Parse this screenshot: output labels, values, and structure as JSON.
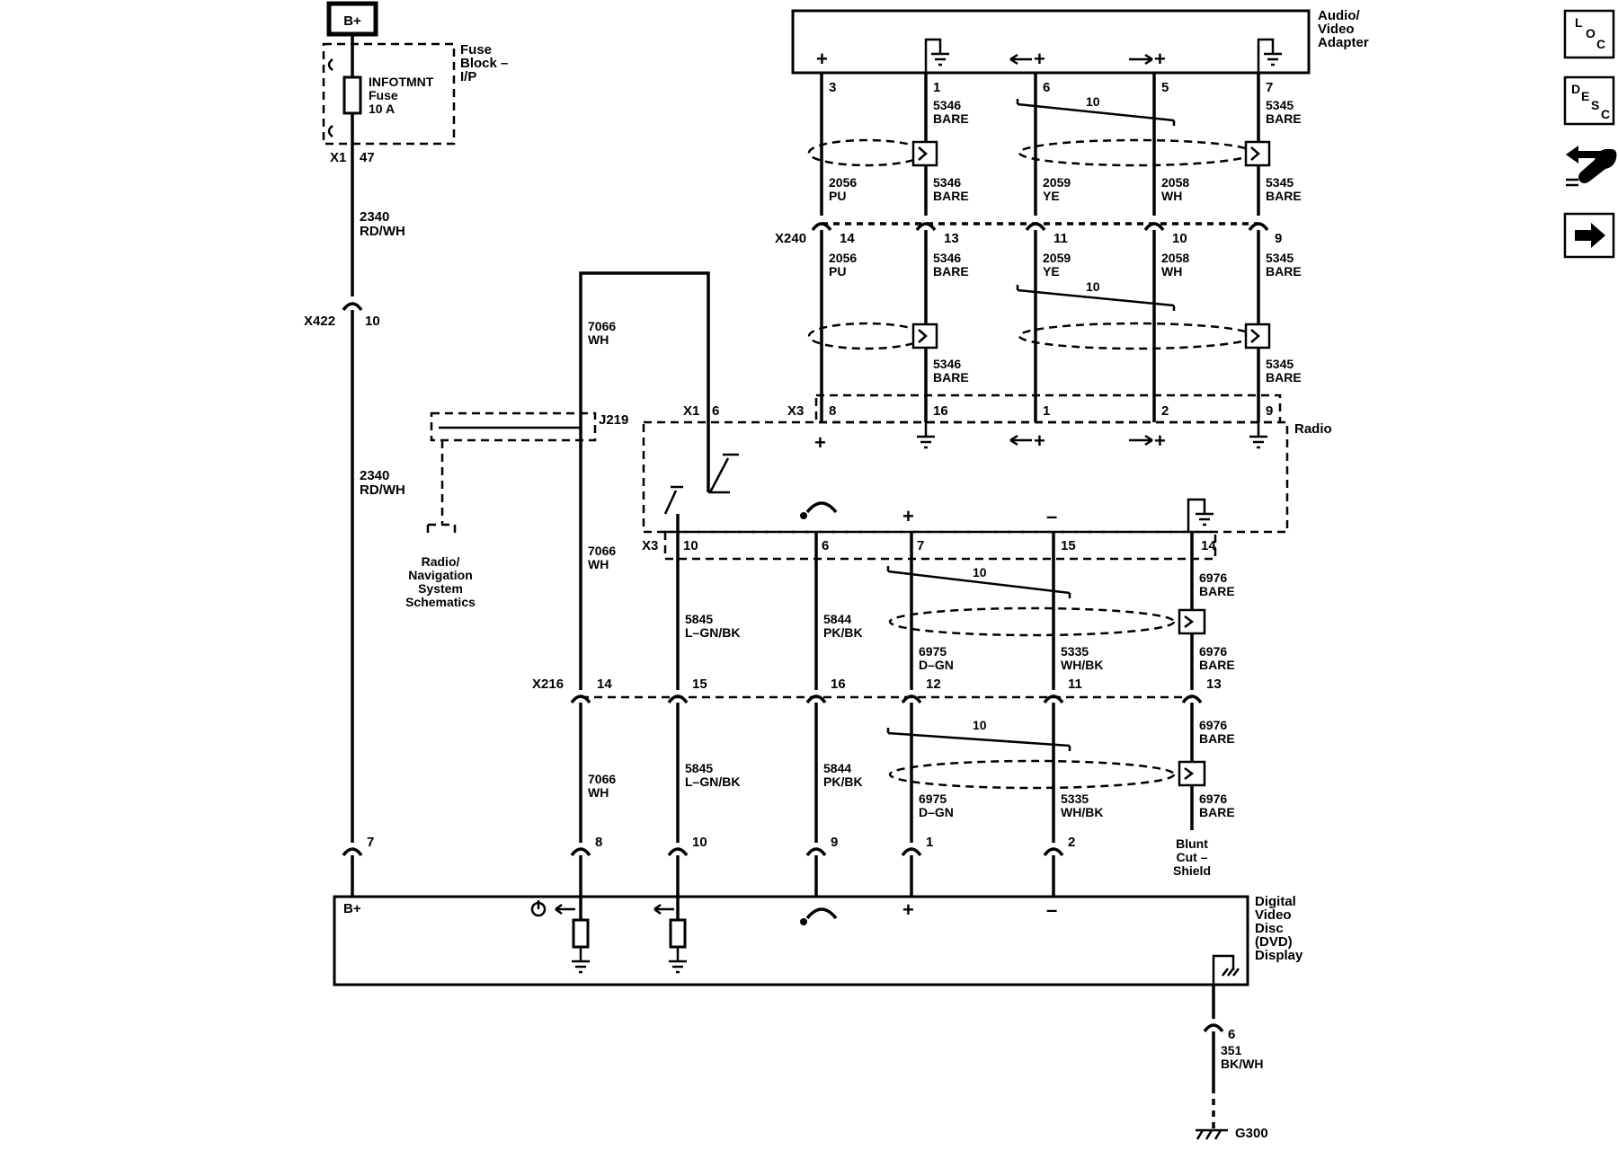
{
  "components": {
    "bplus": "B+",
    "fuse_block": [
      "Fuse",
      "Block –",
      "I/P"
    ],
    "fuse": [
      "INFOTMNT",
      "Fuse",
      "10 A"
    ],
    "adapter": [
      "Audio/",
      "Video",
      "Adapter"
    ],
    "radio": "Radio",
    "dvd": [
      "Digital",
      "Video",
      "Disc",
      "(DVD)",
      "Display"
    ],
    "radio_nav": [
      "Radio/",
      "Navigation",
      "System",
      "Schematics"
    ],
    "blunt": [
      "Blunt",
      "Cut –",
      "Shield"
    ],
    "ground": "G300"
  },
  "connectors": {
    "x1_fuse": "X1",
    "x1_fuse_pin": "47",
    "x422": "X422",
    "x422_pin": "10",
    "x240": "X240",
    "x3": "X3",
    "x1_radio": "X1",
    "x1_radio_pin": "6",
    "x216": "X216",
    "j219": "J219"
  },
  "wires": {
    "bplus_circuit": "2340",
    "bplus_color": "RD/WH",
    "c7066": "7066",
    "c7066_color": "WH",
    "c5845": "5845",
    "c5845_color": "L–GN/BK",
    "c5844": "5844",
    "c5844_color": "PK/BK",
    "c6975": "6975",
    "c6975_color": "D–GN",
    "c5335": "5335",
    "c5335_color": "WH/BK",
    "c6976": "6976",
    "c2056": "2056",
    "c2056_color": "PU",
    "c5346": "5346",
    "c2059": "2059",
    "c2059_color": "YE",
    "c2058": "2058",
    "c2058_color": "WH",
    "c5345": "5345",
    "bare": "BARE",
    "c351": "351",
    "c351_color": "BK/WH",
    "twist": "10"
  },
  "pins": {
    "adapter": [
      "3",
      "1",
      "6",
      "5",
      "7"
    ],
    "x240": [
      "14",
      "13",
      "11",
      "10",
      "9"
    ],
    "x3_top": [
      "8",
      "16",
      "1",
      "2",
      "9"
    ],
    "x3_bottom": [
      "10",
      "6",
      "7",
      "15",
      "14"
    ],
    "x216": [
      "14",
      "15",
      "16",
      "12",
      "11",
      "13"
    ],
    "dvd": [
      "7",
      "8",
      "10",
      "9",
      "1",
      "2"
    ],
    "dvd_ground": "6"
  },
  "symbols": {
    "plus": "+",
    "minus": "–"
  },
  "nav": {
    "loc": [
      "L",
      "O",
      "C"
    ],
    "desc": [
      "D",
      "E",
      "S",
      "C"
    ]
  }
}
